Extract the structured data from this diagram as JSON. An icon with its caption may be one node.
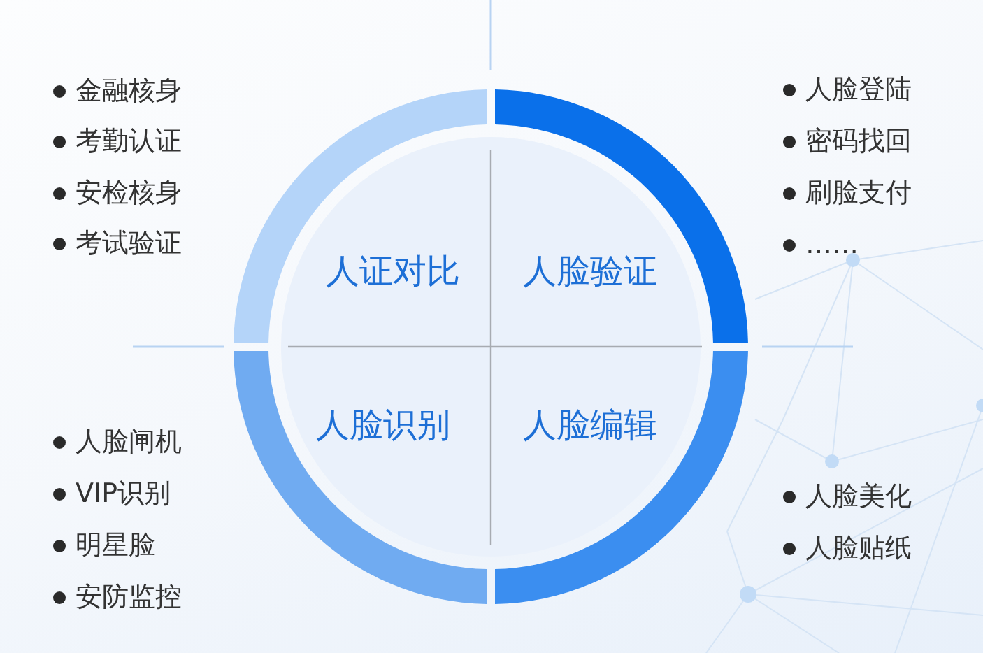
{
  "diagram": {
    "nodes": [
      {
        "text": [
          "人证对比"
        ],
        "beside": [
          "金融核身",
          "考勤认证",
          "安检核身",
          "考试验证"
        ]
      },
      {
        "text": [
          "人脸验证"
        ],
        "beside": [
          "人脸登陆",
          "密码找回",
          "刷脸支付",
          "……"
        ]
      },
      {
        "text": [
          "人脸识别"
        ],
        "beside": [
          "人脸闸机",
          "VIP识别",
          "明星脸",
          "安防监控"
        ]
      },
      {
        "text": [
          "人脸编辑"
        ],
        "beside": [
          "人脸美化",
          "人脸贴纸"
        ]
      }
    ]
  }
}
